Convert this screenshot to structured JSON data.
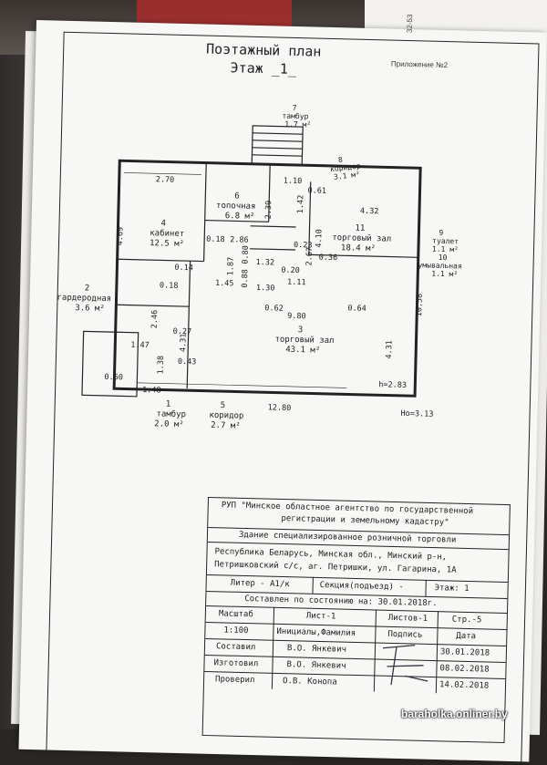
{
  "header": {
    "title": "Поэтажный план",
    "floor_label": "Этаж _1_",
    "appendix": "Приложение №2",
    "side_code": "32-53"
  },
  "rooms": [
    {
      "num": "1",
      "name": "тамбур",
      "area": "2.0 м²"
    },
    {
      "num": "2",
      "name": "гардеродная",
      "area": "3.6 м²"
    },
    {
      "num": "3",
      "name": "торговый зал",
      "area": "43.1 м²"
    },
    {
      "num": "4",
      "name": "кабинет",
      "area": "12.5 м²"
    },
    {
      "num": "5",
      "name": "коридор",
      "area": "2.7 м²"
    },
    {
      "num": "6",
      "name": "топочная",
      "area": "6.8 м²"
    },
    {
      "num": "7",
      "name": "тамбур",
      "area": "1.7 м²"
    },
    {
      "num": "8",
      "name": "коридор",
      "area": "3.1 м²"
    },
    {
      "num": "9",
      "name": "туалет",
      "area": "1.1 м²"
    },
    {
      "num": "10",
      "name": "умывальная",
      "area": "1.1 м²"
    },
    {
      "num": "11",
      "name": "торговый зал",
      "area": "18.4 м²"
    }
  ],
  "dimensions": {
    "d270": "2.70",
    "d110": "1.10",
    "d061": "0.61",
    "d432": "4.32",
    "d469": "4.69",
    "d018a": "0.18",
    "d286": "2.86",
    "d239": "2.39",
    "d142": "1.42",
    "d023": "0.23",
    "d410": "4.10",
    "d267": "2.67",
    "d036": "0.36",
    "d014": "0.14",
    "d187": "1.87",
    "d080": "0.80",
    "d132": "1.32",
    "d020": "0.20",
    "d088": "0.88",
    "d130": "1.30",
    "d111": "1.11",
    "d145": "1.45",
    "d018b": "0.18",
    "d062": "0.62",
    "d064": "0.64",
    "d980": "9.80",
    "d1058": "10.58",
    "d246": "2.46",
    "d027": "0.27",
    "d147": "1.47",
    "d431a": "4.31",
    "d043": "0.43",
    "d138": "1.38",
    "d060": "0.60",
    "d148": "1.48",
    "d1280": "12.80",
    "d431b": "4.31",
    "h": "h=2.83",
    "ho": "Hо=3.13"
  },
  "stamp": {
    "org1": "РУП \"Минское областное агентство по государственной",
    "org2": "регистрации и земельному кадастру\"",
    "building": "Здание специализированное розничной торговли",
    "addr1": "Республика Беларусь, Минская обл., Минский р-н,",
    "addr2": "Петришковский с/с, аг. Петришки, ул. Гагарина, 1А",
    "litera": "Литер - А1/к",
    "section": "Секция(подъезд) -",
    "floor": "Этаж: 1",
    "state": "Составлен по состоянию на: 30.01.2018г.",
    "h_scale": "Масштаб",
    "h_sheet": "Лист-1",
    "h_sheets": "Листов-1",
    "h_page": "Стр.-5",
    "scale": "1:100",
    "initials": "Инициалы,Фамилия",
    "sign": "Подпись",
    "date": "Дата",
    "r1_role": "Составил",
    "r1_name": "В.О. Янкевич",
    "r1_date": "30.01.2018",
    "r2_role": "Изготовил",
    "r2_name": "В.О. Янкевич",
    "r2_date": "08.02.2018",
    "r3_role": "Проверил",
    "r3_name": "О.В. Конопа",
    "r3_date": "14.02.2018"
  },
  "watermark": "baraholka.onliner.by"
}
